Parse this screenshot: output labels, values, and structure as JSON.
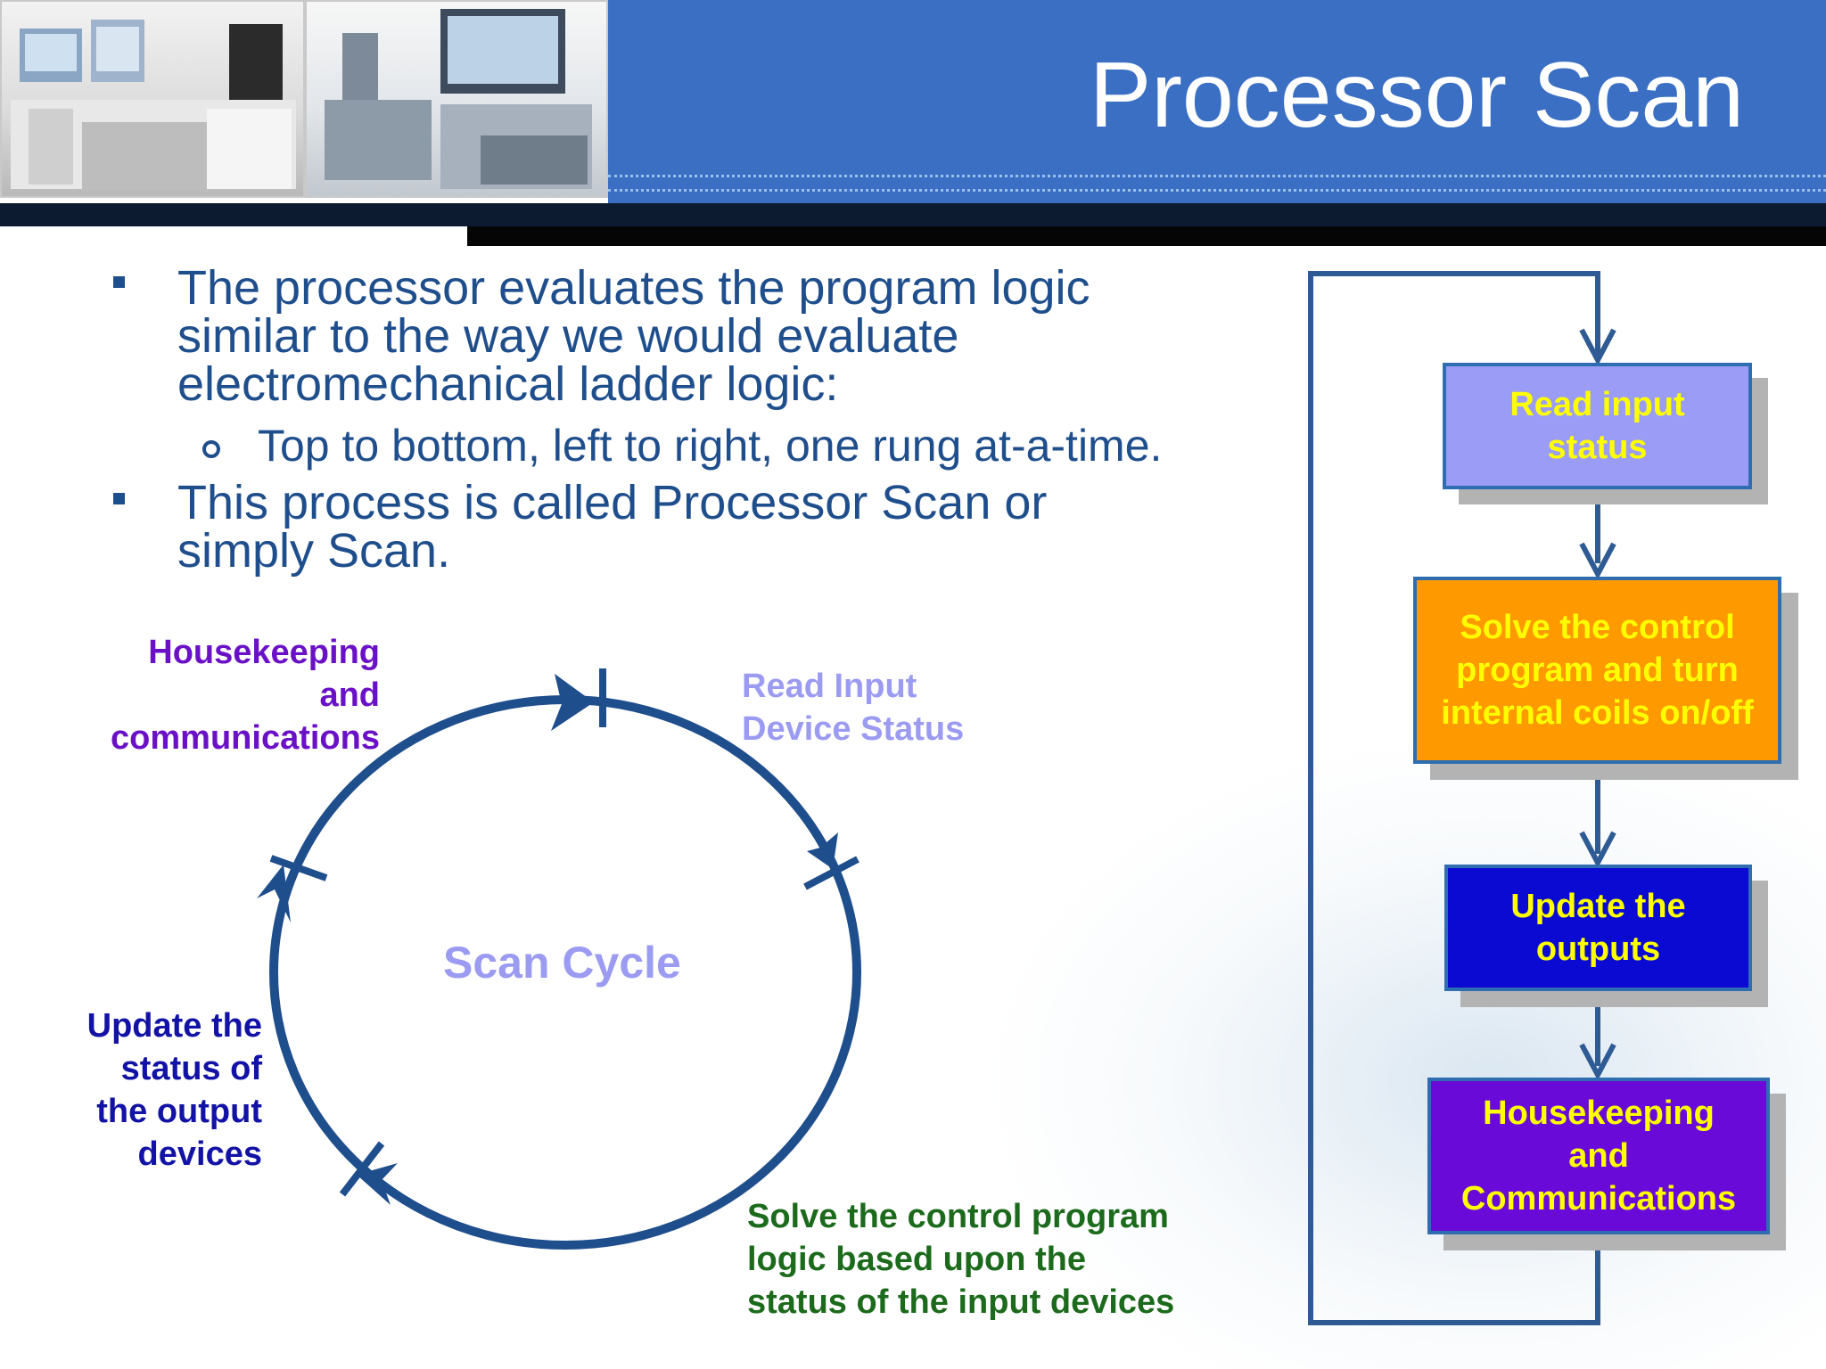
{
  "slide": {
    "title": "Processor Scan"
  },
  "bullets": [
    {
      "text_lines": [
        "The processor evaluates the program logic",
        "similar to the way we would evaluate",
        "electromechanical ladder logic:"
      ]
    },
    {
      "text": "Top to bottom, left to right, one rung at-a-time."
    },
    {
      "text_lines": [
        "This process is called Processor Scan or",
        "simply Scan."
      ]
    }
  ],
  "cycle": {
    "center_label": "Scan Cycle",
    "labels": {
      "housekeeping": [
        "Housekeeping",
        "and",
        "communications"
      ],
      "read_input": [
        "Read Input",
        "Device Status"
      ],
      "update_output": [
        "Update the",
        "status of",
        "the output",
        "devices"
      ],
      "solve": [
        "Solve the control program",
        "logic based upon the",
        "status of the input devices"
      ]
    }
  },
  "flow": {
    "boxes": [
      {
        "lines": [
          "Read input",
          "status"
        ]
      },
      {
        "lines": [
          "Solve the control",
          "program and turn",
          "internal coils on/off"
        ]
      },
      {
        "lines": [
          "Update the",
          "outputs"
        ]
      },
      {
        "lines": [
          "Housekeeping",
          "and",
          "Communications"
        ]
      }
    ]
  },
  "colors": {
    "header_blue": "#3a6fc4",
    "text_blue": "#1f4e8c",
    "circle_stroke": "#1f4e8c",
    "housekeeping_purple": "#6a11c8",
    "read_input_lavender": "#9b9bf2",
    "update_output_navy": "#1212a6",
    "solve_green": "#1c6a1c",
    "box_read_fill": "#9a9cf5",
    "box_solve_fill": "#ff9900",
    "box_update_fill": "#0a0ad2",
    "box_house_fill": "#6a0ad8",
    "box_text_yellow": "#ffff00",
    "flow_line": "#2e5b93"
  }
}
